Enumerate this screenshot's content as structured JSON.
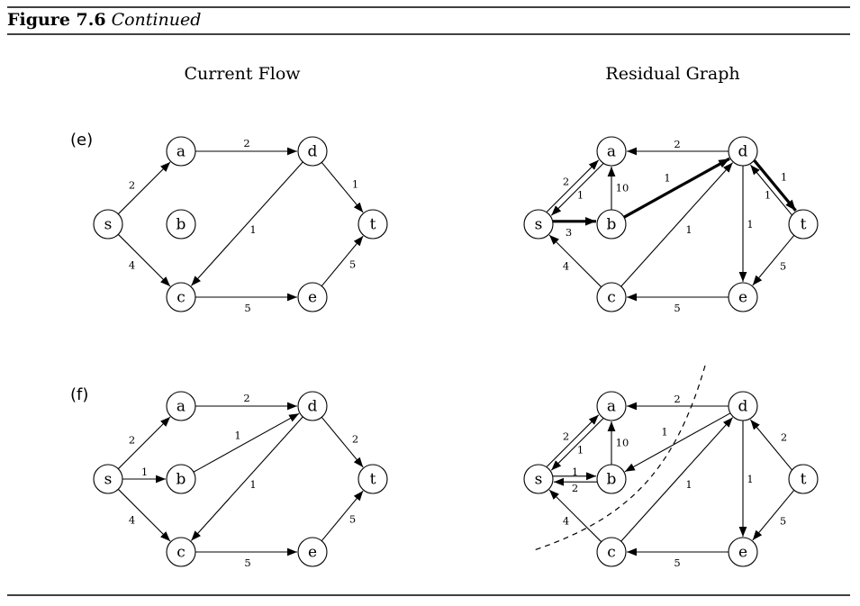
{
  "header": {
    "figure": "Figure 7.6",
    "note": "Continued"
  },
  "columns": {
    "left": "Current Flow",
    "right": "Residual Graph"
  },
  "panels": [
    {
      "id": "e",
      "label": "(e)",
      "flow": {
        "edges": [
          {
            "from": "s",
            "to": "a",
            "label": "2"
          },
          {
            "from": "a",
            "to": "d",
            "label": "2"
          },
          {
            "from": "s",
            "to": "c",
            "label": "4"
          },
          {
            "from": "d",
            "to": "c",
            "label": "1"
          },
          {
            "from": "d",
            "to": "t",
            "label": "1"
          },
          {
            "from": "c",
            "to": "e",
            "label": "5"
          },
          {
            "from": "e",
            "to": "t",
            "label": "5"
          }
        ]
      },
      "residual": {
        "edges": [
          {
            "from": "s",
            "to": "a",
            "label": "1"
          },
          {
            "from": "a",
            "to": "s",
            "label": "2"
          },
          {
            "from": "b",
            "to": "a",
            "label": "10"
          },
          {
            "from": "d",
            "to": "a",
            "label": "2"
          },
          {
            "from": "s",
            "to": "b",
            "label": "3",
            "bold": true
          },
          {
            "from": "b",
            "to": "d",
            "label": "1",
            "bold": true
          },
          {
            "from": "d",
            "to": "t",
            "label": "1",
            "bold": true
          },
          {
            "from": "t",
            "to": "d",
            "label": "1"
          },
          {
            "from": "c",
            "to": "s",
            "label": "4"
          },
          {
            "from": "c",
            "to": "d",
            "label": "1"
          },
          {
            "from": "d",
            "to": "e",
            "label": "1"
          },
          {
            "from": "t",
            "to": "e",
            "label": "5"
          },
          {
            "from": "e",
            "to": "c",
            "label": "5"
          }
        ]
      }
    },
    {
      "id": "f",
      "label": "(f)",
      "flow": {
        "edges": [
          {
            "from": "s",
            "to": "a",
            "label": "2"
          },
          {
            "from": "a",
            "to": "d",
            "label": "2"
          },
          {
            "from": "s",
            "to": "b",
            "label": "1"
          },
          {
            "from": "b",
            "to": "d",
            "label": "1"
          },
          {
            "from": "s",
            "to": "c",
            "label": "4"
          },
          {
            "from": "d",
            "to": "c",
            "label": "1"
          },
          {
            "from": "d",
            "to": "t",
            "label": "2"
          },
          {
            "from": "c",
            "to": "e",
            "label": "5"
          },
          {
            "from": "e",
            "to": "t",
            "label": "5"
          }
        ]
      },
      "residual": {
        "edges": [
          {
            "from": "s",
            "to": "a",
            "label": "1"
          },
          {
            "from": "a",
            "to": "s",
            "label": "2"
          },
          {
            "from": "b",
            "to": "a",
            "label": "10"
          },
          {
            "from": "d",
            "to": "a",
            "label": "2"
          },
          {
            "from": "b",
            "to": "s",
            "label": "1"
          },
          {
            "from": "s",
            "to": "b",
            "label": "2"
          },
          {
            "from": "d",
            "to": "b",
            "label": "1"
          },
          {
            "from": "t",
            "to": "d",
            "label": "2"
          },
          {
            "from": "c",
            "to": "s",
            "label": "4"
          },
          {
            "from": "c",
            "to": "d",
            "label": "1"
          },
          {
            "from": "d",
            "to": "e",
            "label": "1"
          },
          {
            "from": "t",
            "to": "e",
            "label": "5"
          },
          {
            "from": "e",
            "to": "c",
            "label": "5"
          }
        ],
        "cut": true
      }
    }
  ]
}
